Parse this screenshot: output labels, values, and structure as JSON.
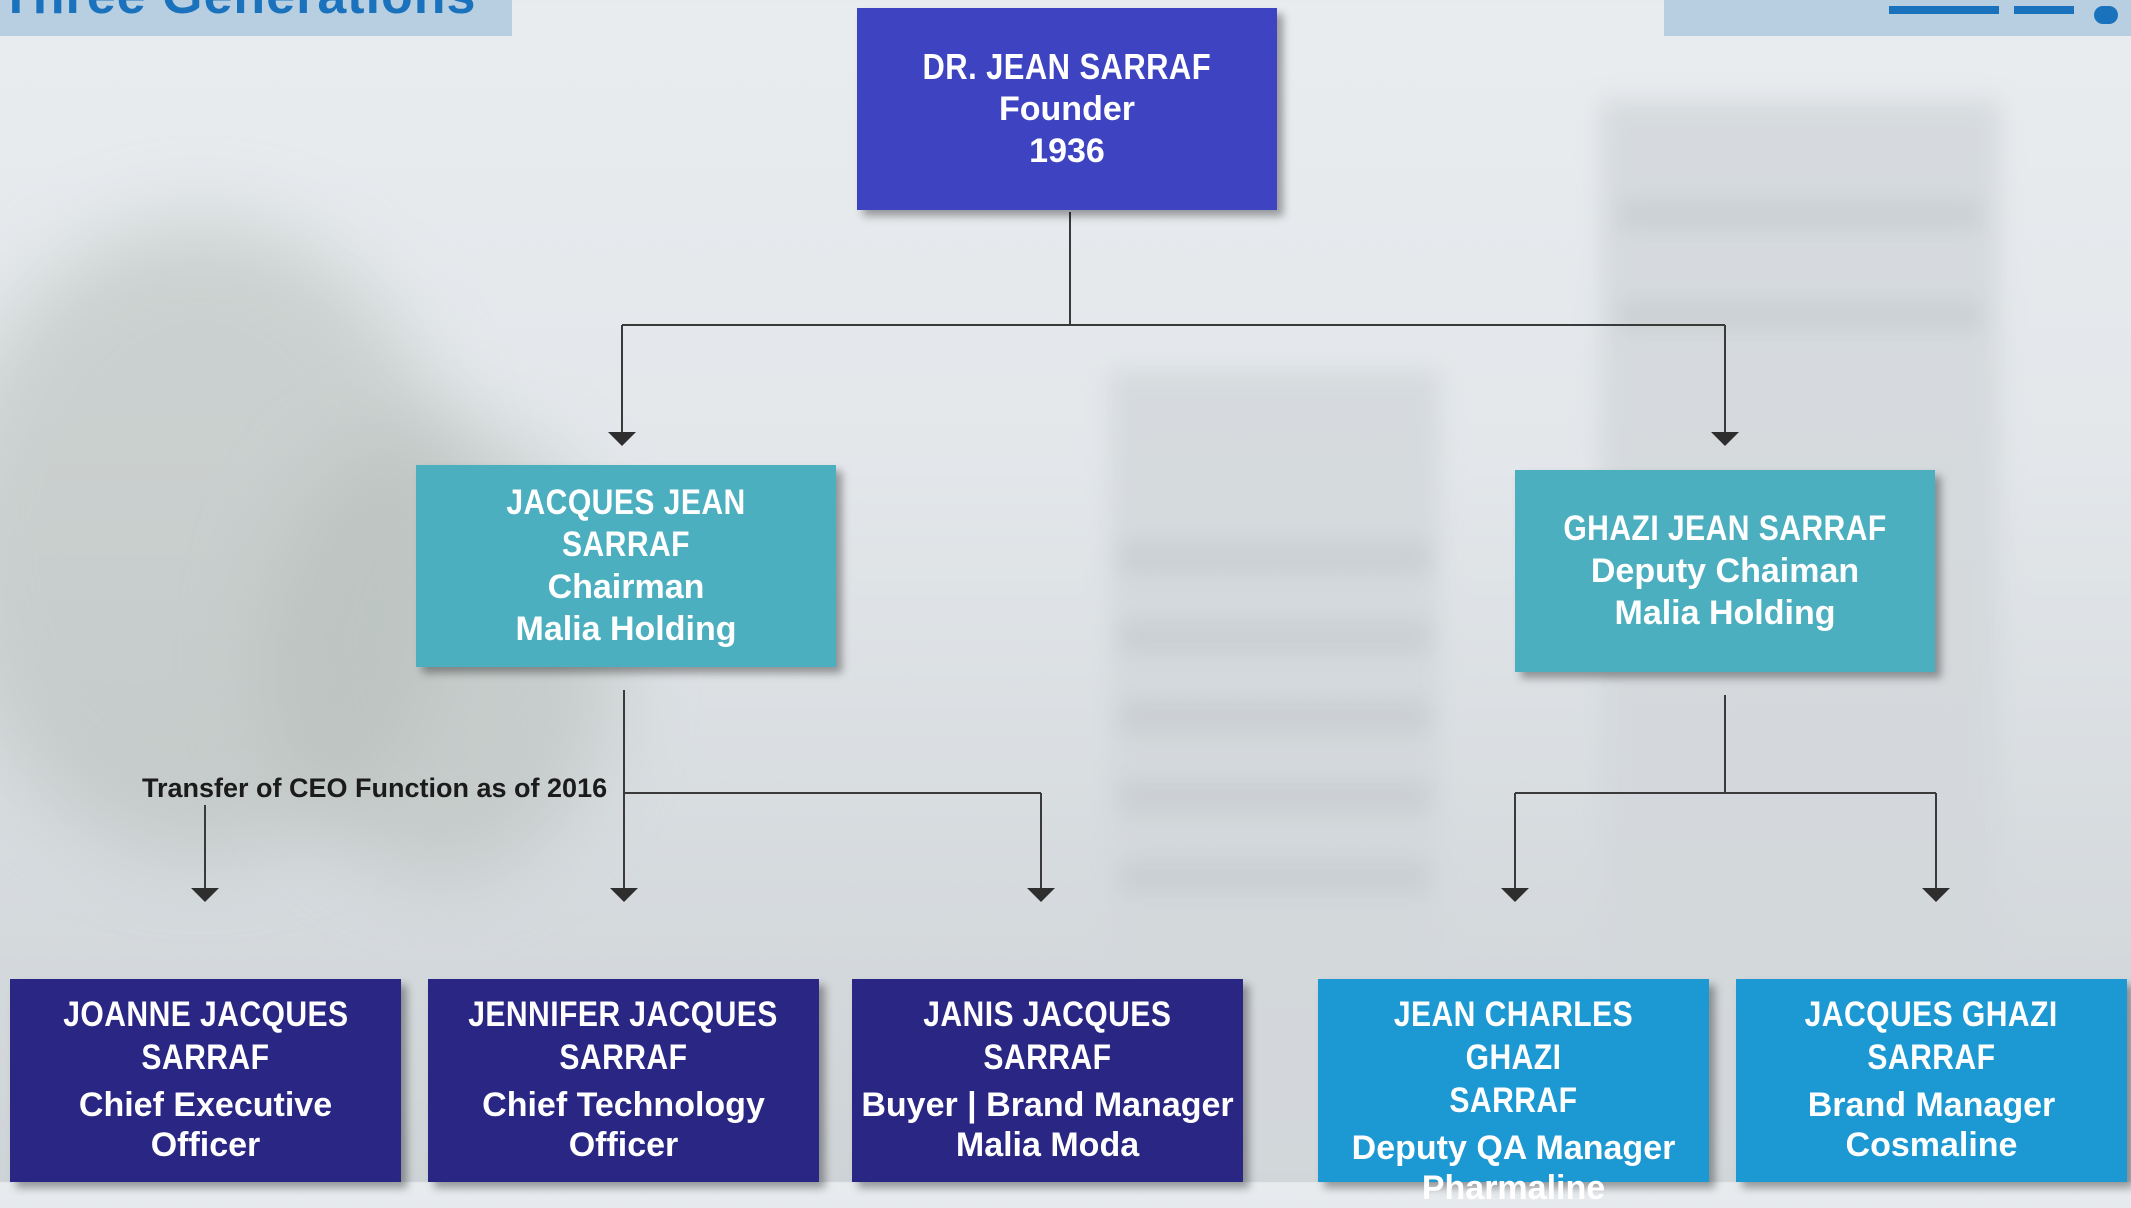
{
  "header": {
    "left_title": "Three Generations",
    "right_logo": "logo"
  },
  "founder": {
    "name": "DR. JEAN SARRAF",
    "role": "Founder",
    "year": "1936"
  },
  "second_generation": [
    {
      "name": "JACQUES JEAN SARRAF",
      "role": "Chairman",
      "company": "Malia Holding"
    },
    {
      "name": "GHAZI JEAN SARRAF",
      "role": "Deputy Chaiman",
      "company": "Malia Holding"
    }
  ],
  "annotation": "Transfer of CEO Function as of 2016",
  "third_generation": [
    {
      "name_line1": "JOANNE JACQUES",
      "name_line2": "SARRAF",
      "role_line1": "Chief Executive",
      "role_line2": "Officer"
    },
    {
      "name_line1": "JENNIFER JACQUES",
      "name_line2": "SARRAF",
      "role_line1": "Chief Technology",
      "role_line2": "Officer"
    },
    {
      "name_line1": "JANIS JACQUES",
      "name_line2": "SARRAF",
      "role_line1": "Buyer | Brand Manager",
      "role_line2": "Malia Moda"
    },
    {
      "name_line1": "JEAN CHARLES GHAZI",
      "name_line2": "SARRAF",
      "role_line1": "Deputy QA Manager",
      "role_line2": "Pharmaline"
    },
    {
      "name_line1": "JACQUES GHAZI",
      "name_line2": "SARRAF",
      "role_line1": "Brand Manager",
      "role_line2": "Cosmaline"
    }
  ],
  "colors": {
    "founder": "#3e43c1",
    "second_generation": "#4bafbf",
    "third_generation_jacques_branch": "#2a2683",
    "third_generation_ghazi_branch": "#1c98d3",
    "connector": "#3a3a3a"
  }
}
